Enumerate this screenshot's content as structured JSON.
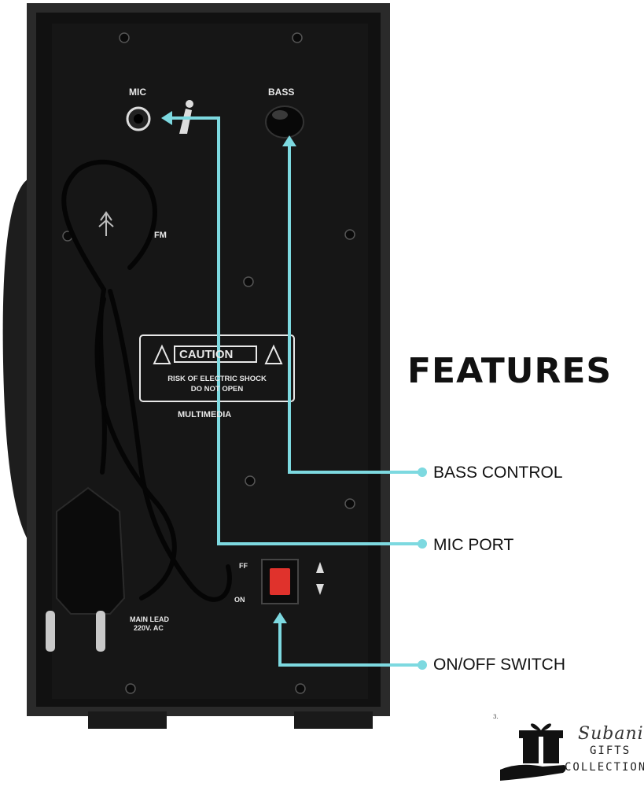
{
  "heading": "FEATURES",
  "callouts": {
    "bass_control": "BASS CONTROL",
    "mic_port": "MIC PORT",
    "on_off_switch": "ON/OFF SWITCH"
  },
  "panel_labels": {
    "mic": "MIC",
    "bass": "BASS",
    "fm": "FM",
    "caution": "CAUTION",
    "warning_line1": "RISK OF ELECTRIC SHOCK",
    "warning_line2": "DO NOT OPEN",
    "multimedia": "MULTIMEDIA",
    "off": "FF",
    "on": "ON",
    "main_lead": "MAIN LEAD",
    "voltage": "220V. AC"
  },
  "brand": {
    "number": "3.",
    "script": "Subani",
    "word1": "GIFTS",
    "word2": "COLLECTION"
  },
  "colors": {
    "callout_line": "#7dd9e0",
    "panel": "#151515",
    "switch": "#e0322c"
  }
}
